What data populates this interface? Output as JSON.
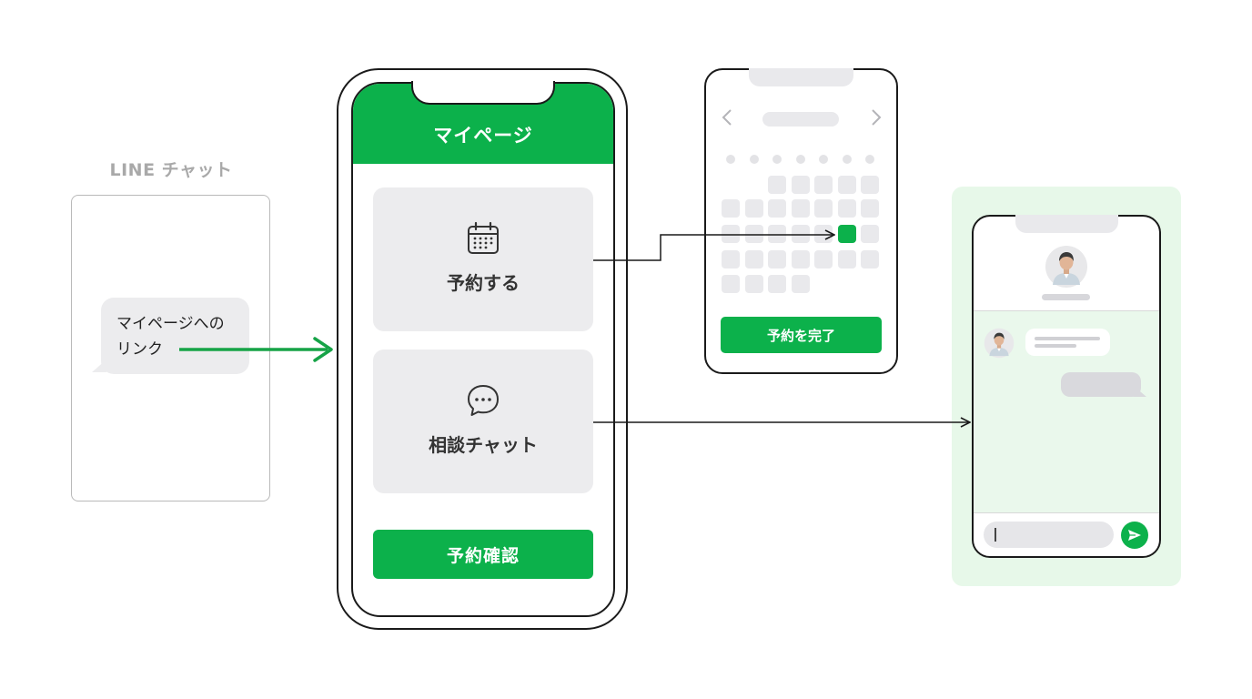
{
  "line_chat": {
    "title": "LINE チャット",
    "message_line1": "マイページへの",
    "message_line2": "リンク"
  },
  "mypage": {
    "title": "マイページ",
    "menu": [
      {
        "label": "予約する",
        "icon": "calendar-icon"
      },
      {
        "label": "相談チャット",
        "icon": "chat-bubble-icon"
      }
    ],
    "confirm_button": "予約確認"
  },
  "calendar": {
    "complete_button": "予約を完了",
    "prev_icon": "chevron-left-icon",
    "next_icon": "chevron-right-icon"
  },
  "chat_screen": {
    "send_icon": "send-icon"
  },
  "colors": {
    "brand_green": "#0cb14b",
    "light_gray": "#ececee",
    "chat_bg": "#e7f8e9",
    "line_color": "#1a1a1a"
  }
}
